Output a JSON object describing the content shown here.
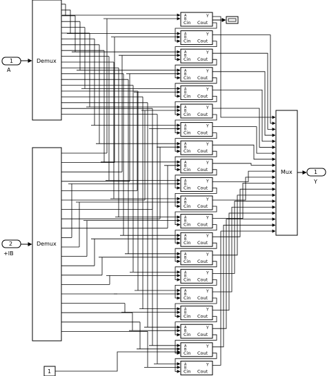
{
  "inports": [
    {
      "number": "1",
      "label": "A"
    },
    {
      "number": "2",
      "label": "+IB"
    }
  ],
  "outport": {
    "number": "1",
    "label": "Y"
  },
  "constant_block": {
    "value": "1"
  },
  "demux_a": {
    "label": "Demux"
  },
  "demux_b": {
    "label": "Demux"
  },
  "mux": {
    "label": "Mux"
  },
  "adder_cell": {
    "input_a": "A",
    "input_b": "B",
    "carry_in": "Cin",
    "output_y": "Y",
    "carry_out": "Cout",
    "count": 20
  },
  "terminator": {
    "icon": "terminator-icon"
  },
  "colors": {
    "line": "#000000",
    "background": "#ffffff"
  }
}
